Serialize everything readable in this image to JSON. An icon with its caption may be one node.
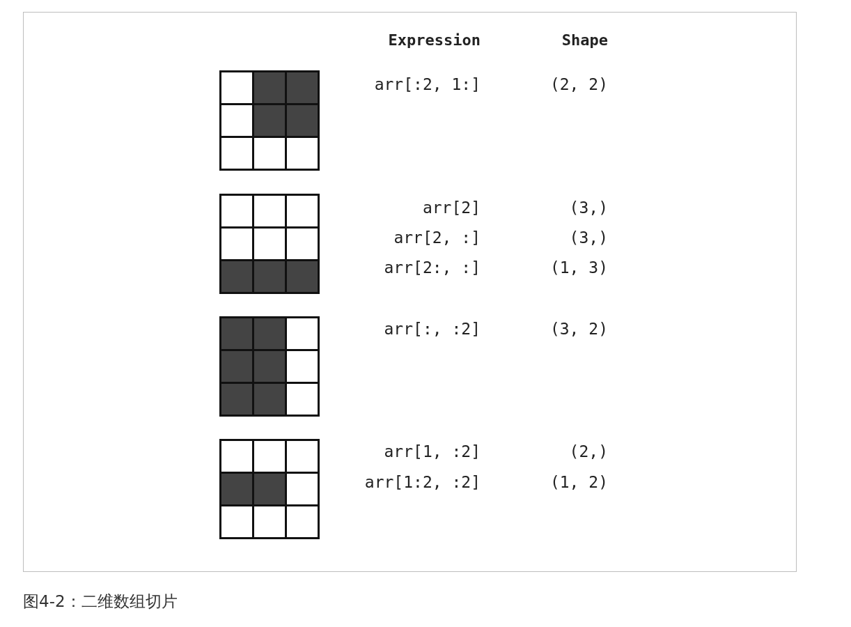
{
  "diagram": {
    "caption": "图4-2：二维数组切片",
    "labels": [
      "Expression",
      "Shape",
      "arr[:2, 1:]",
      "(2, 2)",
      "arr[2]",
      "(3,)",
      "arr[2, :]",
      "(3,)",
      "arr[2:, :]",
      "(1, 3)",
      "arr[:, :2]",
      "(3, 2)",
      "arr[1, :2]",
      "(2,)",
      "arr[1:2, :2]",
      "(1, 2)"
    ]
  }
}
